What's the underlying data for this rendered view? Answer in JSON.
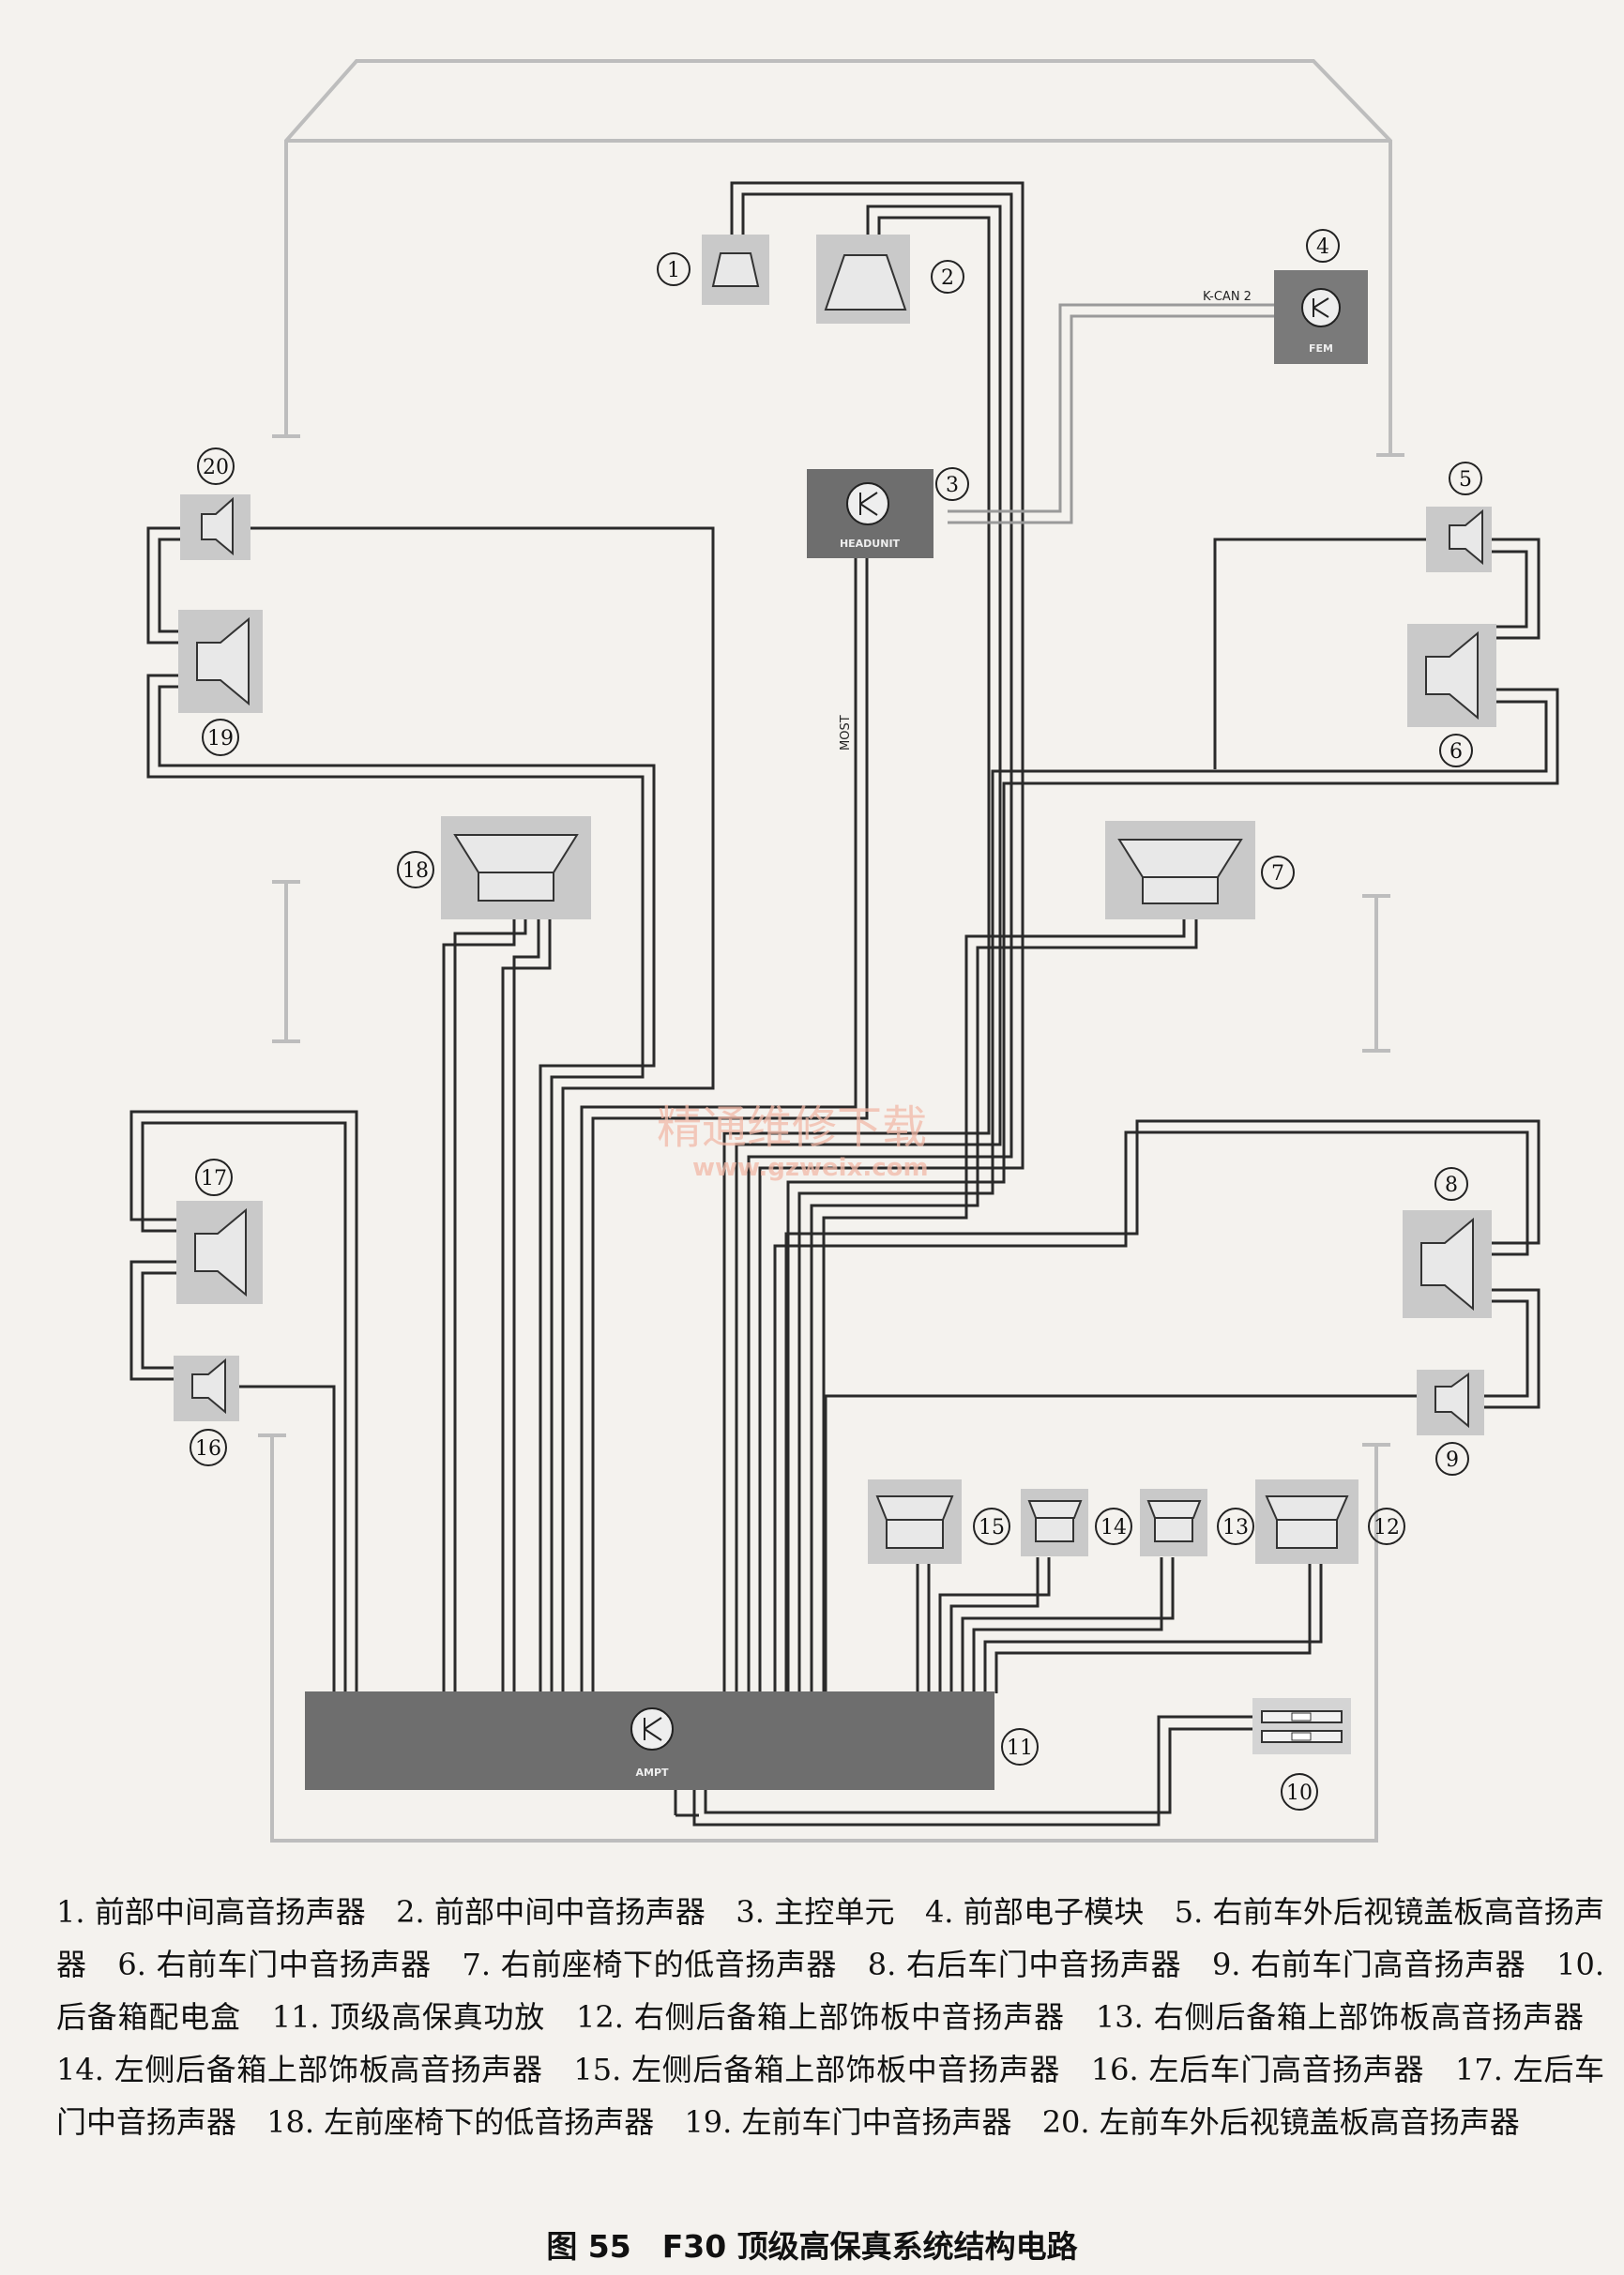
{
  "diagram": {
    "modules": {
      "fem_label": "FEM",
      "headunit_label": "HEADUNIT",
      "amp_label": "AMPT"
    },
    "bus_labels": {
      "kcan": "K-CAN 2",
      "most": "MOST"
    },
    "numbers": {
      "n1": "1",
      "n2": "2",
      "n3": "3",
      "n4": "4",
      "n5": "5",
      "n6": "6",
      "n7": "7",
      "n8": "8",
      "n9": "9",
      "n10": "10",
      "n11": "11",
      "n12": "12",
      "n13": "13",
      "n14": "14",
      "n15": "15",
      "n16": "16",
      "n17": "17",
      "n18": "18",
      "n19": "19",
      "n20": "20"
    },
    "watermark": {
      "line1": "精通维修下载",
      "line2": "www.gzweix.com"
    }
  },
  "legend": [
    "1. 前部中间高音扬声器",
    "2. 前部中间中音扬声器",
    "3. 主控单元",
    "4. 前部电子模块",
    "5. 右前车外后视镜盖板高音扬声器",
    "6. 右前车门中音扬声器",
    "7. 右前座椅下的低音扬声器",
    "8. 右后车门中音扬声器",
    "9. 右前车门高音扬声器",
    "10. 后备箱配电盒",
    "11. 顶级高保真功放",
    "12. 右侧后备箱上部饰板中音扬声器",
    "13. 右侧后备箱上部饰板高音扬声器",
    "14. 左侧后备箱上部饰板高音扬声器",
    "15. 左侧后备箱上部饰板中音扬声器",
    "16. 左后车门高音扬声器",
    "17. 左后车门中音扬声器",
    "18. 左前座椅下的低音扬声器",
    "19. 左前车门中音扬声器",
    "20. 左前车外后视镜盖板高音扬声器"
  ],
  "caption": "图 55　F30 顶级高保真系统结构电路",
  "colors": {
    "wire": "#2a2a2a",
    "box": "#c9c9c9",
    "amp": "#6e6e6e",
    "outline": "#bdbdbd"
  }
}
